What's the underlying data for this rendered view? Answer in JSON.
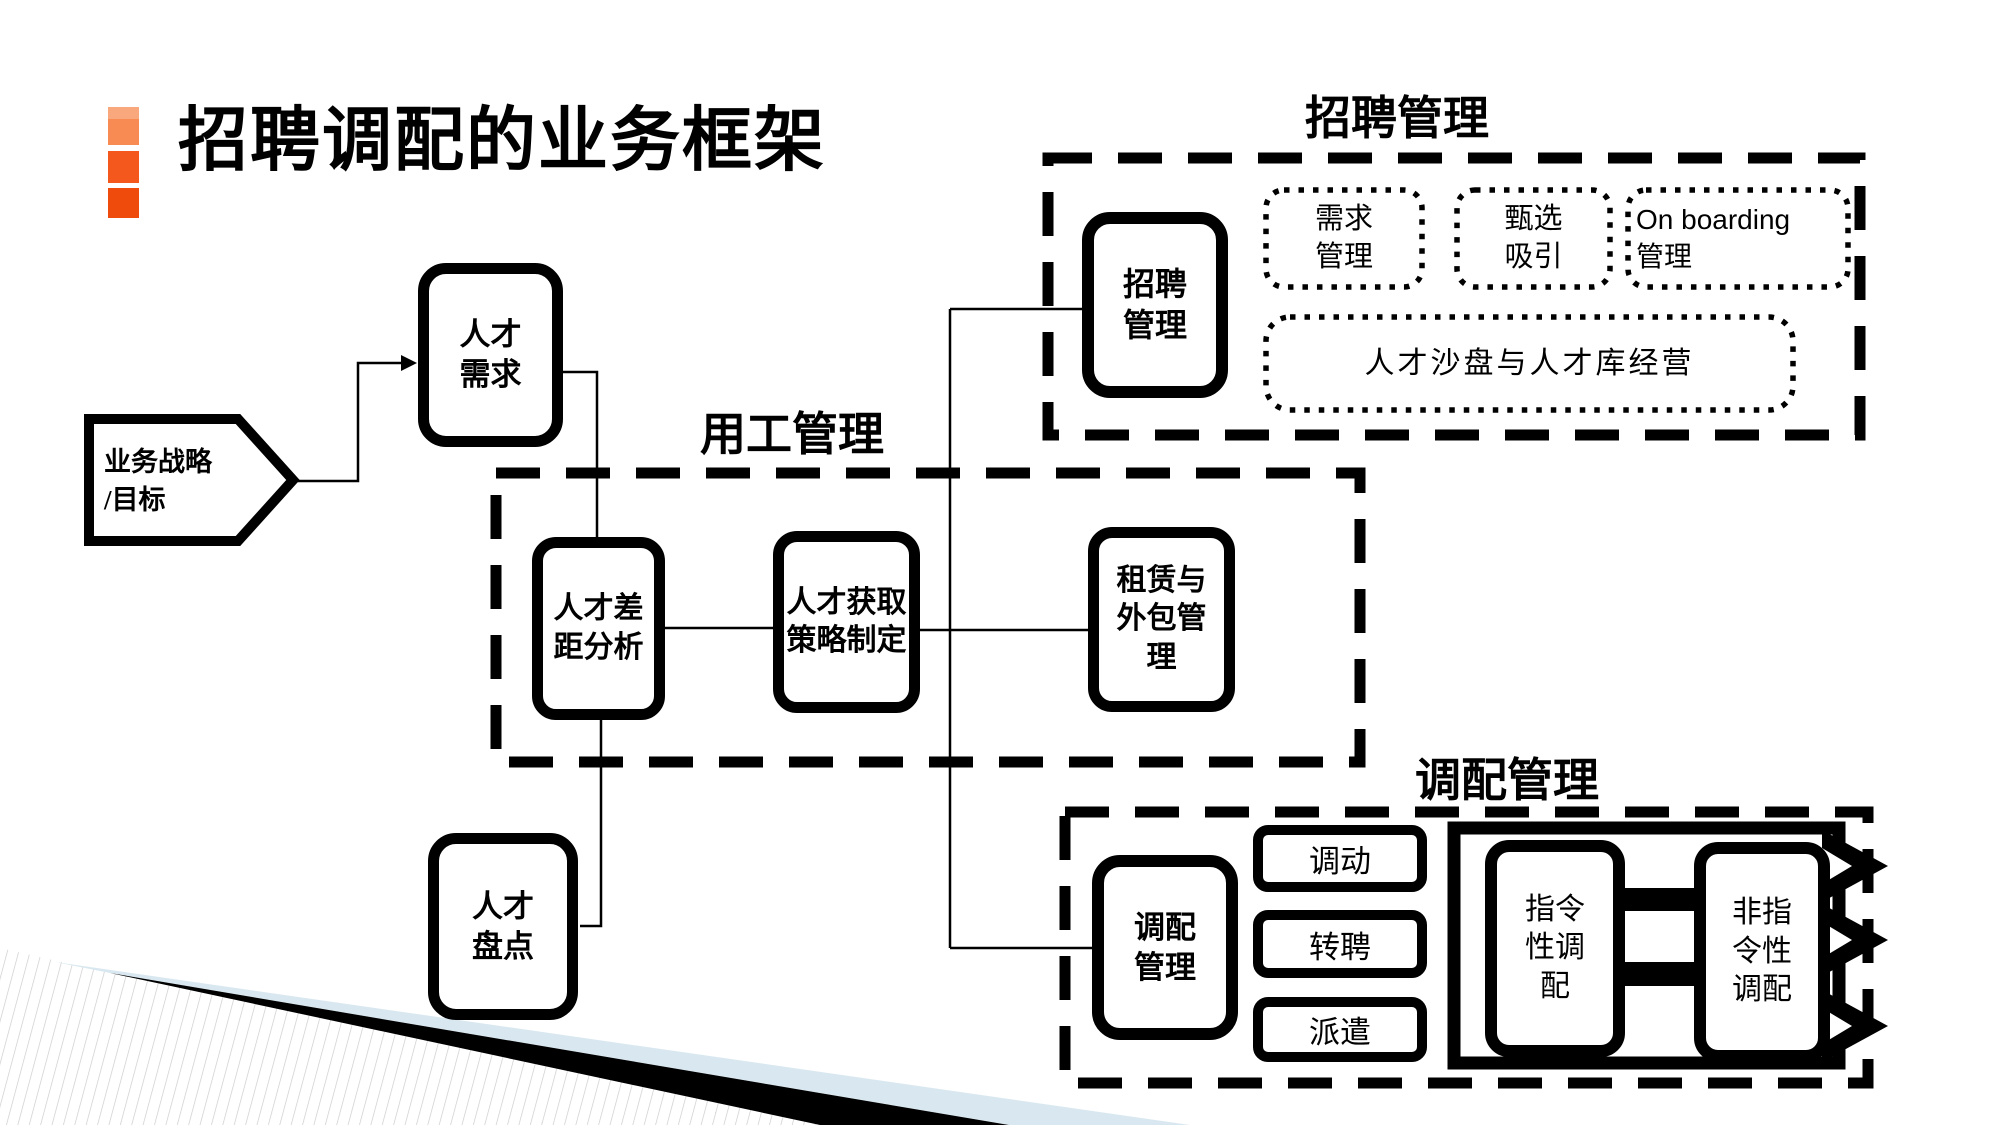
{
  "slide": {
    "title": "招聘调配的业务框架",
    "accent_colors": {
      "bullet_top": "#F похож",
      "bullet1": "#F78B53",
      "bullet1_top": "#F9A87D",
      "bullet2": "#F4581C",
      "bullet3": "#EE4B0D",
      "wedge_blue": "#D9E8F0",
      "hatch_gray": "#CCCCCC"
    }
  },
  "flow": {
    "strategy": "业务战略\n/目标",
    "talent_demand": "人才\n需求",
    "talent_inventory": "人才\n盘点",
    "gap_analysis": "人才差\n距分析",
    "acquisition_strategy": "人才获取\n策略制定",
    "leasing_outsourcing": "租赁与\n外包管\n理"
  },
  "sections": {
    "employment": {
      "title": "用工管理"
    },
    "recruitment": {
      "title": "招聘管理",
      "core": "招聘\n管理",
      "items": [
        "需求\n管理",
        "甄选\n吸引",
        "On boarding\n管理"
      ],
      "banner": "人才沙盘与人才库经营"
    },
    "deployment": {
      "title": "调配管理",
      "core": "调配\n管理",
      "items": [
        "调动",
        "转聘",
        "派遣"
      ],
      "directive": "指令\n性调\n配",
      "non_directive": "非指\n令性\n调配"
    }
  }
}
